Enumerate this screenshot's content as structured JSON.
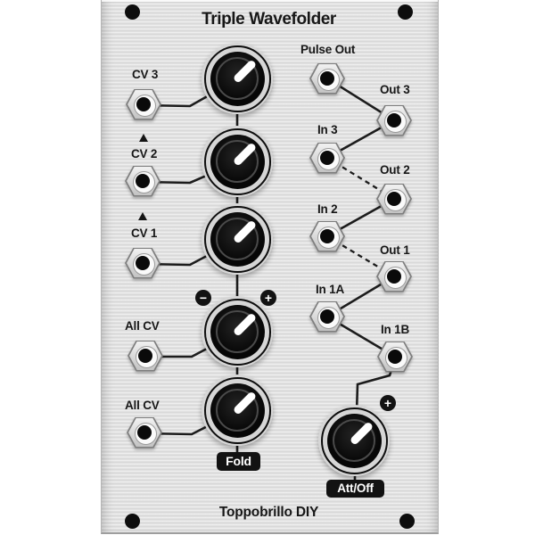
{
  "panel": {
    "title": "Triple Wavefolder",
    "brand": "Toppobrillo DIY",
    "fold_tag": "Fold",
    "att_tag": "Att/Off"
  },
  "left_jacks": [
    {
      "label": "CV 3"
    },
    {
      "label": "CV 2"
    },
    {
      "label": "CV 1"
    },
    {
      "label": "All CV"
    },
    {
      "label": "All CV"
    }
  ],
  "right_jacks": [
    {
      "label": "Pulse Out"
    },
    {
      "label": "Out 3"
    },
    {
      "label": "In 3"
    },
    {
      "label": "Out 2"
    },
    {
      "label": "In 2"
    },
    {
      "label": "Out 1"
    },
    {
      "label": "In 1A"
    },
    {
      "label": "In 1B"
    }
  ],
  "symbols": {
    "minus": "−",
    "plus": "+",
    "att_plus": "+"
  },
  "colors": {
    "panel": "#e1e1e1",
    "text": "#171717",
    "trace": "#1c1c1c",
    "knob_body": "#0b0b0b",
    "pointer": "#ffffff",
    "tag_bg": "#121212",
    "tag_text": "#ffffff"
  }
}
